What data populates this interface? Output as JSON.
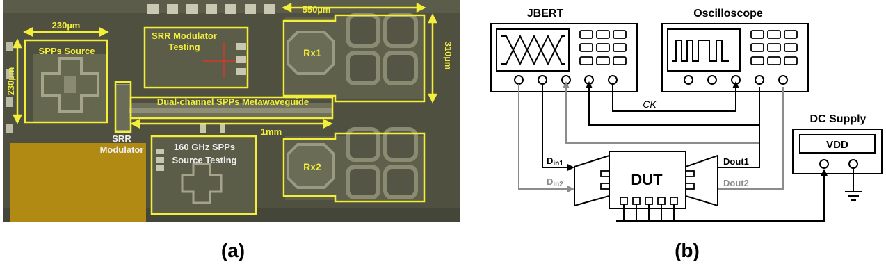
{
  "panel_a": {
    "caption": "(a)",
    "labels": {
      "spp_source": "SPPs Source",
      "w230": "230µm",
      "h230": "230µm",
      "srr_mod_test_1": "SRR Modulator",
      "srr_mod_test_2": "Testing",
      "w550": "550µm",
      "h310": "310µm",
      "rx1": "Rx1",
      "rx2": "Rx2",
      "waveguide": "Dual-channel SPPs Metawaveguide",
      "len1mm": "1mm",
      "srr_1": "SRR",
      "srr_2": "Modulator",
      "src_test_1": "160 GHz SPPs",
      "src_test_2": "Source Testing"
    },
    "colors": {
      "chip_bg": "#4f5040",
      "annot": "#f2ee3a",
      "pad": "#b08a12",
      "metal": "#7c7d6a"
    }
  },
  "panel_b": {
    "caption": "(b)",
    "labels": {
      "jbert": "JBERT",
      "osc": "Oscilloscope",
      "ck": "CK",
      "dc_supply": "DC Supply",
      "vdd": "VDD",
      "dut": "DUT",
      "din1_main": "D",
      "din1_sub": "in1",
      "din2_main": "D",
      "din2_sub": "in2",
      "dout1": "Dout1",
      "dout2": "Dout2"
    },
    "colors": {
      "line": "#000000",
      "gray": "#8c8c8c"
    }
  }
}
